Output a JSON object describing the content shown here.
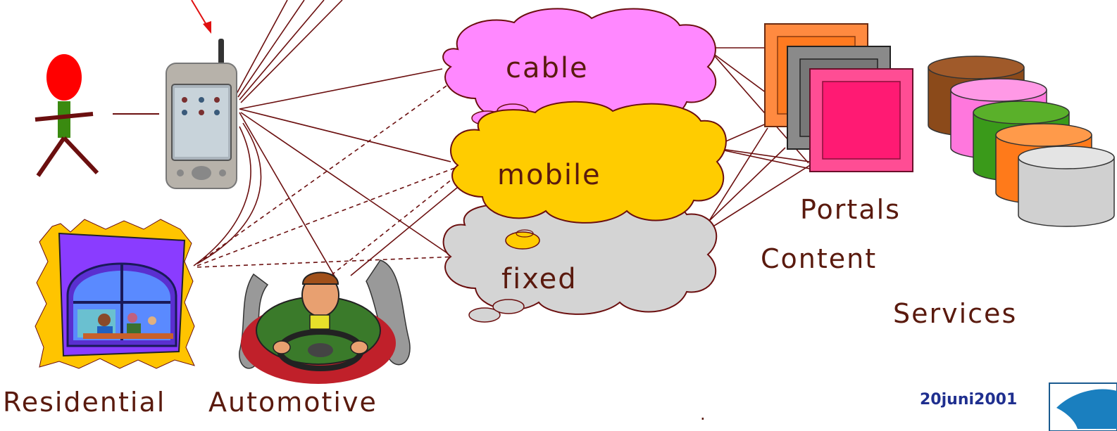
{
  "networks": {
    "cable": {
      "label": "cable",
      "color": "#ff88ff"
    },
    "mobile": {
      "label": "mobile",
      "color": "#ffcc00"
    },
    "fixed": {
      "label": "fixed",
      "color": "#d4d4d4"
    }
  },
  "labels": {
    "portals": "Portals",
    "content": "Content",
    "services": "Services",
    "residential": "Residential",
    "automotive": "Automotive",
    "date": "20juni2001",
    "dot": "."
  },
  "colors": {
    "line": "#6b0f0f",
    "arrow": "#e01010",
    "person_head": "#ff0000",
    "person_body": "#3a8a10",
    "person_limbs": "#6b0f0f",
    "portal_boxes": [
      "#ff8a40",
      "#808080",
      "#ff1a73"
    ],
    "content_cylinders": [
      "#8b4a1a",
      "#ff77dd",
      "#3a9a1a",
      "#ff7a1a",
      "#d0d0d0"
    ],
    "logo": "#1a7fbf"
  },
  "icons": {
    "user": "person-icon",
    "device": "pda-phone-icon",
    "residential": "house-window-icon",
    "automotive": "driver-car-icon",
    "logo": "company-logo-icon"
  }
}
